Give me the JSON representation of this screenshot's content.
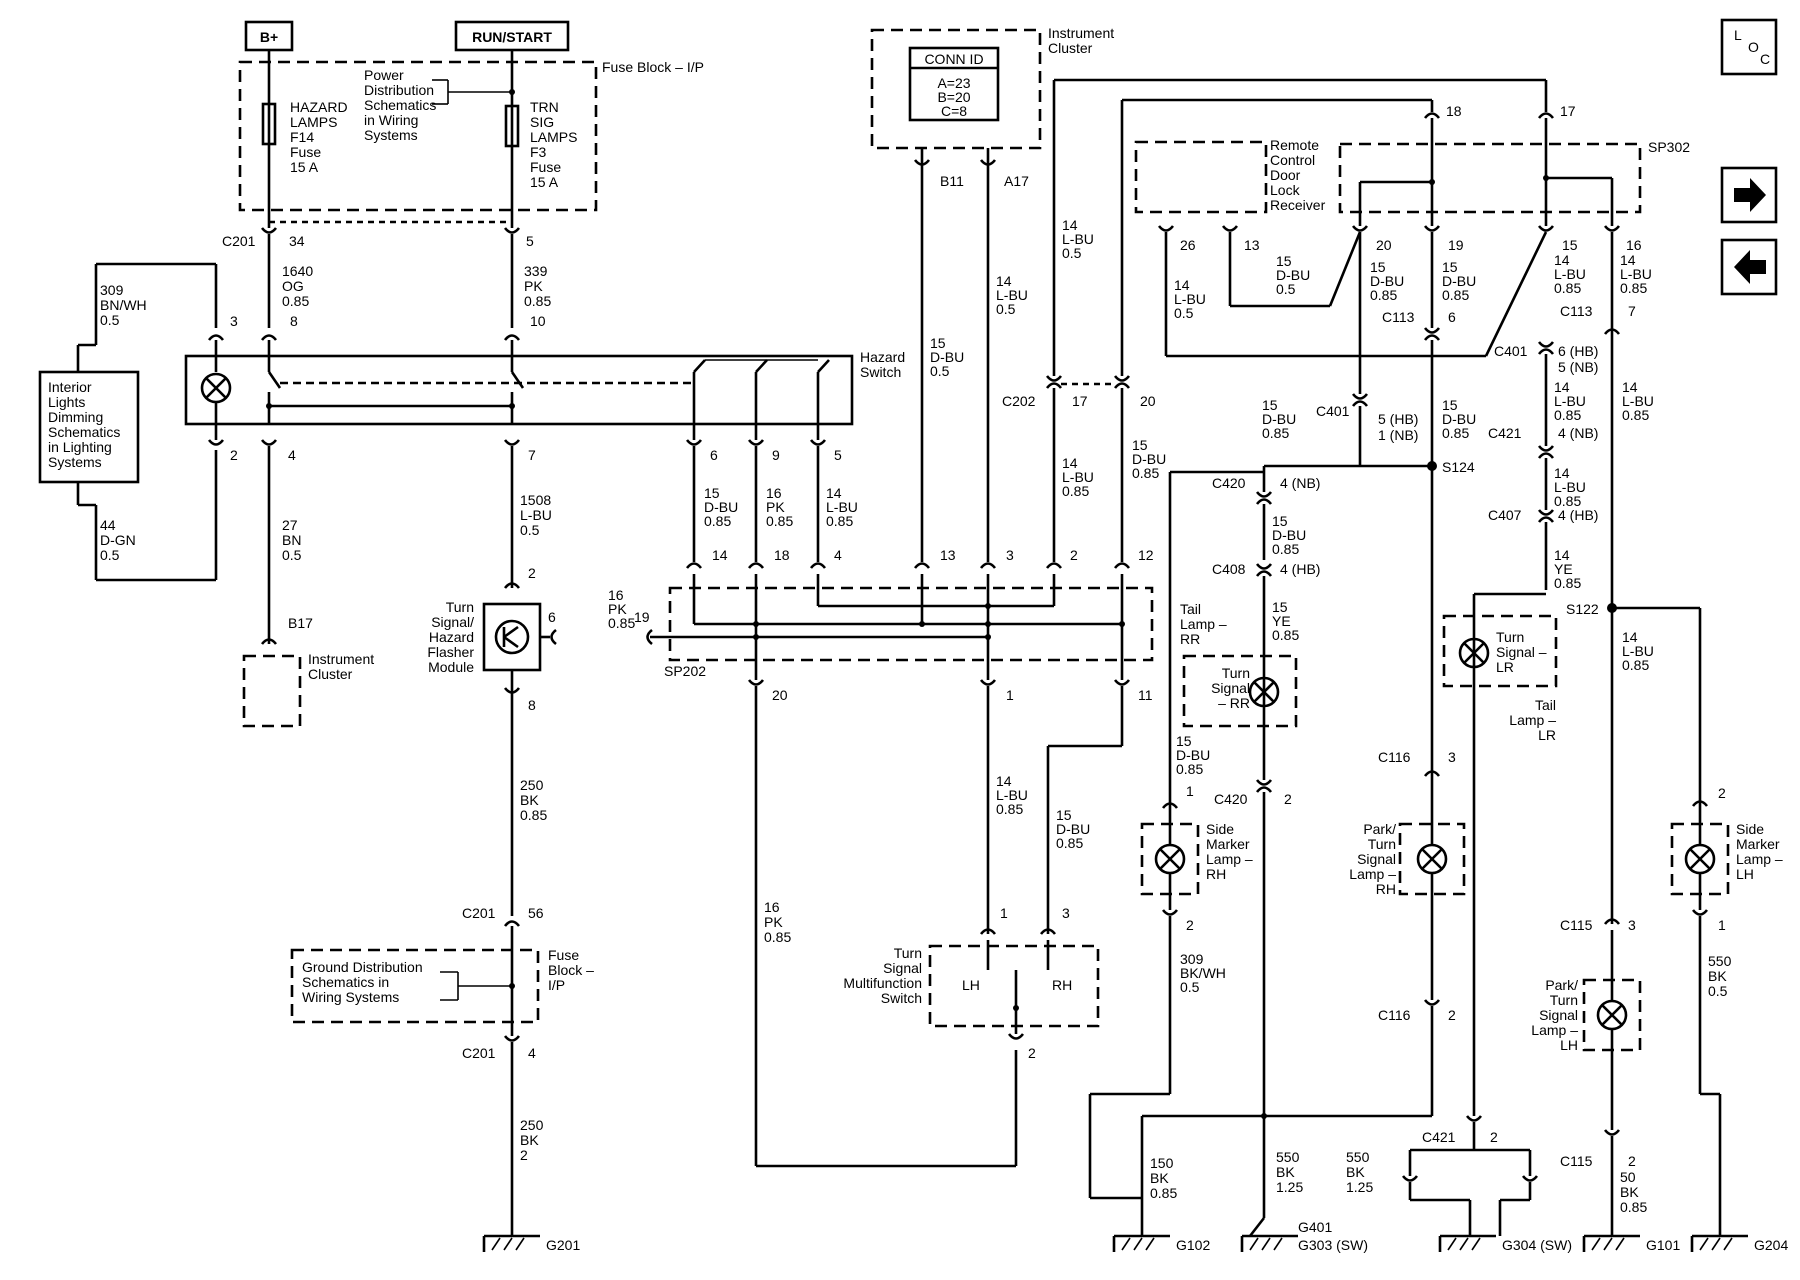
{
  "power": {
    "bplus": "B+",
    "runstart": "RUN/START"
  },
  "fuseblock": {
    "title": "Fuse Block – I/P",
    "hazard_fuse": [
      "HAZARD",
      "LAMPS",
      "F14",
      "Fuse",
      "15 A"
    ],
    "trn_fuse": [
      "TRN",
      "SIG",
      "LAMPS",
      "F3",
      "Fuse",
      "15 A"
    ],
    "power_note": [
      "Power",
      "Distribution",
      "Schematics",
      "in Wiring",
      "Systems"
    ]
  },
  "connectors": {
    "c201": "C201",
    "c202": "C202",
    "c401": "C401",
    "c420": "C420",
    "c408": "C408",
    "c113": "C113",
    "c421": "C421",
    "c407": "C407",
    "c116": "C116",
    "c115": "C115",
    "s124": "S124",
    "s122": "S122",
    "sp202": "SP202",
    "sp302": "SP302",
    "b17": "B17",
    "b11": "B11",
    "a17": "A17"
  },
  "pins": {
    "p34": "34",
    "p5": "5",
    "p3": "3",
    "p8": "8",
    "p10": "10",
    "p2": "2",
    "p4": "4",
    "p7": "7",
    "p6": "6",
    "p9": "9",
    "p5b": "5",
    "p14": "14",
    "p18": "18",
    "p4b": "4",
    "p13": "13",
    "p3b": "3",
    "p2b": "2",
    "p12": "12",
    "p17": "17",
    "p20": "20",
    "p19": "19",
    "p20b": "20",
    "p1": "1",
    "p11": "11",
    "p56": "56",
    "p4c": "4",
    "p18t": "18",
    "p17t": "17",
    "p26": "26",
    "p13b": "13",
    "p20c": "20",
    "p19b": "19",
    "p15": "15",
    "p16": "16",
    "p6b": "6",
    "p7b": "7",
    "p6hb": "6 (HB)",
    "p5nb": "5 (NB)",
    "p5hb": "5 (HB)",
    "p1nb": "1 (NB)",
    "p4nb": "4 (NB)",
    "p4nb2": "4 (NB)",
    "p4hb": "4 (HB)",
    "p4hb2": "4 (HB)",
    "p1s": "1",
    "p2s": "2",
    "p2t": "2",
    "p3t": "3",
    "p2u": "2",
    "p3u": "3",
    "p2v": "2",
    "p1v": "1",
    "p2w": "2",
    "p1m": "1",
    "p3m": "3",
    "p2m": "2",
    "p2x": "2"
  },
  "wires": {
    "w1640": [
      "1640",
      "OG",
      "0.85"
    ],
    "w339": [
      "339",
      "PK",
      "0.85"
    ],
    "w309a": [
      "309",
      "BN/WH",
      "0.5"
    ],
    "w44": [
      "44",
      "D-GN",
      "0.5"
    ],
    "w27": [
      "27",
      "BN",
      "0.5"
    ],
    "w1508": [
      "1508",
      "L-BU",
      "0.5"
    ],
    "w16pk19": [
      "16",
      "PK",
      "0.85"
    ],
    "w15dbu": [
      "15",
      "D-BU",
      "0.85"
    ],
    "w16pk": [
      "16",
      "PK",
      "0.85"
    ],
    "w14lbu": [
      "14",
      "L-BU",
      "0.85"
    ],
    "w15dbu05": [
      "15",
      "D-BU",
      "0.5"
    ],
    "w14lbu05": [
      "14",
      "L-BU",
      "0.5"
    ],
    "w14lbu05b": [
      "14",
      "L-BU",
      "0.5"
    ],
    "w14lbu085c": [
      "14",
      "L-BU",
      "0.85"
    ],
    "w15dbu20": [
      "15",
      "D-BU",
      "0.85"
    ],
    "w250a": [
      "250",
      "BK",
      "0.85"
    ],
    "w250b": [
      "250",
      "BK",
      "2"
    ],
    "w16pk20": [
      "16",
      "PK",
      "0.85"
    ],
    "w14lbu1": [
      "14",
      "L-BU",
      "0.85"
    ],
    "w15dbu3": [
      "15",
      "D-BU",
      "0.85"
    ],
    "w14lbu26": [
      "14",
      "L-BU",
      "0.5"
    ],
    "w15dbu13": [
      "15",
      "D-BU",
      "0.5"
    ],
    "w15dbu2": [
      "15",
      "D-BU",
      "0.85"
    ],
    "w15dbu19": [
      "15",
      "D-BU",
      "0.85"
    ],
    "w14lbu15": [
      "14",
      "L-BU",
      "0.85"
    ],
    "w14lbu16": [
      "14",
      "L-BU",
      "0.85"
    ],
    "w15dbuc401": [
      "15",
      "D-BU",
      "0.85"
    ],
    "w15dbus124": [
      "15",
      "D-BU",
      "0.85"
    ],
    "w15dbuc408": [
      "15",
      "D-BU",
      "0.85"
    ],
    "w15ye": [
      "15",
      "YE",
      "0.85"
    ],
    "w15dbu1": [
      "15",
      "D-BU",
      "0.85"
    ],
    "w15dbuc116": [
      "15",
      "D-BU",
      "0.85"
    ],
    "w14lbuc421": [
      "14",
      "L-BU",
      "0.85"
    ],
    "w14lbuc407": [
      "14",
      "L-BU",
      "0.85"
    ],
    "w14ye": [
      "14",
      "YE",
      "0.85"
    ],
    "w14lbu7": [
      "14",
      "L-BU",
      "0.85"
    ],
    "w14lbus122": [
      "14",
      "L-BU",
      "0.85"
    ],
    "w309b": [
      "309",
      "BK/WH",
      "0.5"
    ],
    "w150": [
      "150",
      "BK",
      "0.85"
    ],
    "w550a": [
      "550",
      "BK",
      "1.25"
    ],
    "w550b": [
      "550",
      "BK",
      "1.25"
    ],
    "w50": [
      "50",
      "BK",
      "0.85"
    ],
    "w550c": [
      "550",
      "BK",
      "0.5"
    ]
  },
  "components": {
    "interior": [
      "Interior",
      "Lights",
      "Dimming",
      "Schematics",
      "in Lighting",
      "Systems"
    ],
    "hazard_switch": [
      "Hazard",
      "Switch"
    ],
    "instr_cluster_a": [
      "Instrument",
      "Cluster"
    ],
    "instr_cluster_b": [
      "Instrument",
      "Cluster"
    ],
    "conn_id": {
      "title": "CONN ID",
      "a": "A=23",
      "b": "B=20",
      "c": "C=8"
    },
    "flasher": [
      "Turn",
      "Signal/",
      "Hazard",
      "Flasher",
      "Module"
    ],
    "ground_note": [
      "Ground Distribution",
      "Schematics in",
      "Wiring Systems"
    ],
    "fuseblock2": [
      "Fuse",
      "Block –",
      "I/P"
    ],
    "mf_switch": [
      "Turn",
      "Signal",
      "Multifunction",
      "Switch"
    ],
    "lh": "LH",
    "rh": "RH",
    "rcdl": [
      "Remote",
      "Control",
      "Door",
      "Lock",
      "Receiver"
    ],
    "tail_rr": [
      "Tail",
      "Lamp –",
      "RR"
    ],
    "ts_rr": [
      "Turn",
      "Signal",
      "– RR"
    ],
    "ts_lr": [
      "Turn",
      "Signal –",
      "LR"
    ],
    "tail_lr": [
      "Tail",
      "Lamp –",
      "LR"
    ],
    "side_rh": [
      "Side",
      "Marker",
      "Lamp –",
      "RH"
    ],
    "park_rh": [
      "Park/",
      "Turn",
      "Signal",
      "Lamp –",
      "RH"
    ],
    "side_lh": [
      "Side",
      "Marker",
      "Lamp –",
      "LH"
    ],
    "park_lh": [
      "Park/",
      "Turn",
      "Signal",
      "Lamp –",
      "LH"
    ]
  },
  "grounds": {
    "g201": "G201",
    "g102": "G102",
    "g303": "G401",
    "g303b": "G303 (SW)",
    "g304": "G304 (SW)",
    "g101": "G101",
    "g204": "G204"
  },
  "loc": [
    "L",
    "O",
    "C"
  ],
  "nav": {
    "next": "right-arrow-icon",
    "prev": "left-arrow-icon"
  }
}
